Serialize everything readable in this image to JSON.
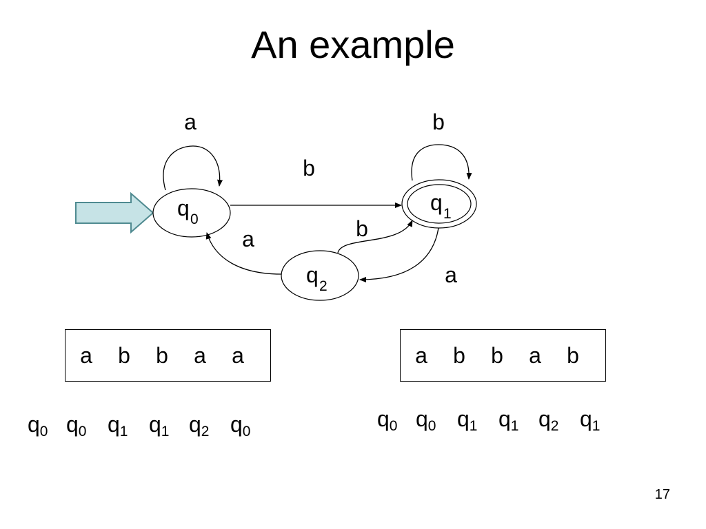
{
  "title": "An example",
  "page_number": "17",
  "states": {
    "q0": {
      "name": "q",
      "index": "0"
    },
    "q1": {
      "name": "q",
      "index": "1"
    },
    "q2": {
      "name": "q",
      "index": "2"
    }
  },
  "transitions": {
    "q0_self": "a",
    "q1_self": "b",
    "q0_to_q1": "b",
    "q2_to_q0": "a",
    "q2_to_q1": "b",
    "q1_to_q2": "a"
  },
  "tapes": [
    {
      "symbols": [
        "a",
        "b",
        "b",
        "a",
        "a"
      ],
      "run": [
        {
          "name": "q",
          "index": "0"
        },
        {
          "name": "q",
          "index": "0"
        },
        {
          "name": "q",
          "index": "1"
        },
        {
          "name": "q",
          "index": "1"
        },
        {
          "name": "q",
          "index": "2"
        },
        {
          "name": "q",
          "index": "0"
        }
      ]
    },
    {
      "symbols": [
        "a",
        "b",
        "b",
        "a",
        "b"
      ],
      "run": [
        {
          "name": "q",
          "index": "0"
        },
        {
          "name": "q",
          "index": "0"
        },
        {
          "name": "q",
          "index": "1"
        },
        {
          "name": "q",
          "index": "1"
        },
        {
          "name": "q",
          "index": "2"
        },
        {
          "name": "q",
          "index": "1"
        }
      ]
    }
  ],
  "colors": {
    "start_arrow_fill": "#c6e3e6",
    "start_arrow_stroke": "#4f8a90"
  }
}
